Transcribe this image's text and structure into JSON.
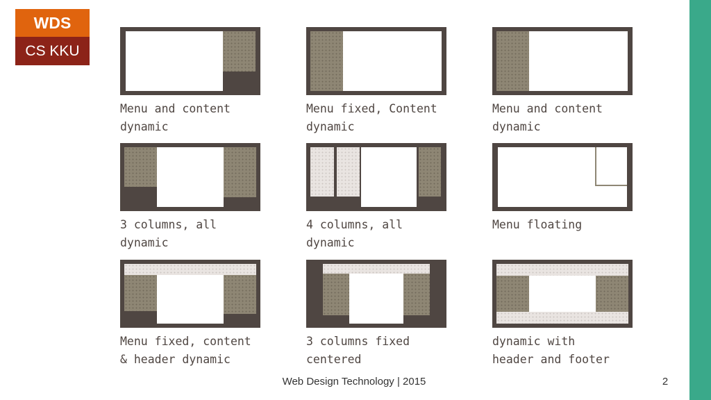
{
  "badge": {
    "top": "WDS",
    "bottom": "CS KKU"
  },
  "layouts": [
    {
      "line1": "Menu and content",
      "line2": "dynamic"
    },
    {
      "line1": "Menu fixed, Content",
      "line2": "dynamic"
    },
    {
      "line1": "Menu and content",
      "line2": "dynamic"
    },
    {
      "line1": "3 columns, all",
      "line2": "dynamic"
    },
    {
      "line1": "4 columns, all",
      "line2": "dynamic"
    },
    {
      "line1": "Menu floating",
      "line2": ""
    },
    {
      "line1": "Menu fixed, content",
      "line2": "& header dynamic"
    },
    {
      "line1": "3 columns fixed",
      "line2": "centered"
    },
    {
      "line1": "dynamic with",
      "line2": "header and footer"
    }
  ],
  "footer": {
    "text": "Web Design Technology | 2015",
    "page": "2"
  },
  "colors": {
    "accent_stripe": "#3aa98a",
    "badge_orange": "#e0640e",
    "badge_red": "#8c2318",
    "frame": "#4f4642",
    "menu": "#8e8674"
  }
}
